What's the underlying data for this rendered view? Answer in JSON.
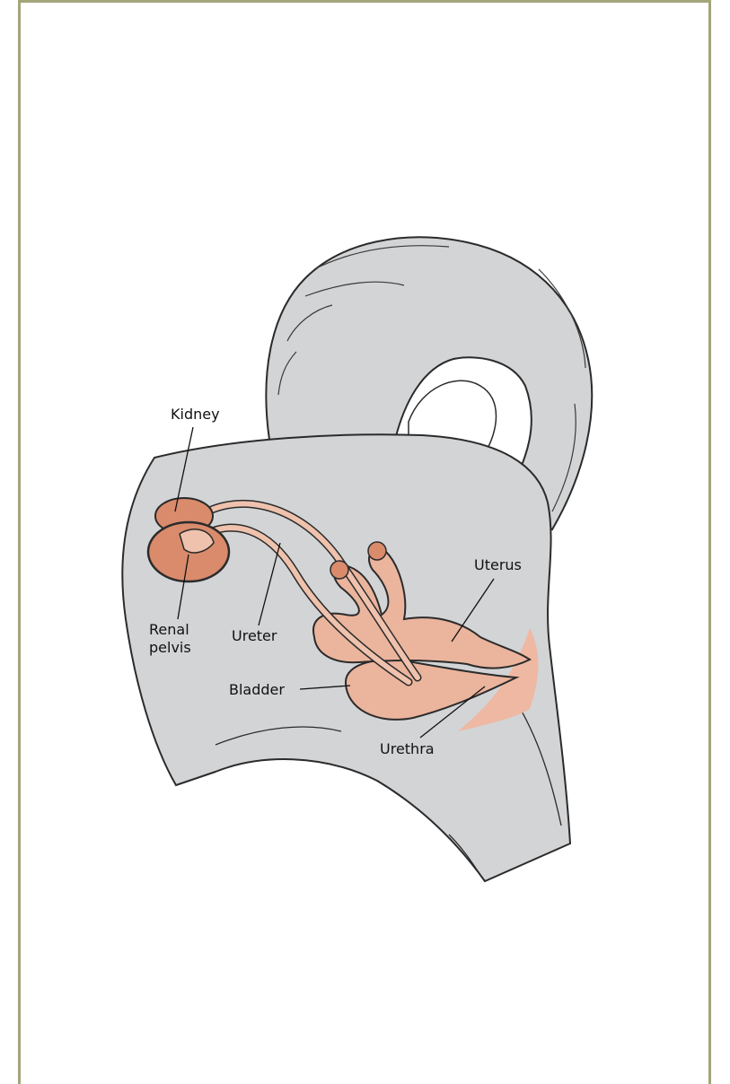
{
  "labels": {
    "kidney": "Kidney",
    "renal_pelvis": "Renal pelvis",
    "ureter": "Ureter",
    "bladder": "Bladder",
    "uterus": "Uterus",
    "urethra": "Urethra"
  },
  "colors": {
    "frame_border": "#a3a57a",
    "body_fill": "#d3d4d6",
    "organ_fill": "#ebb49d",
    "kidney_fill": "#d98b6c",
    "outline": "#2b2b2b"
  }
}
